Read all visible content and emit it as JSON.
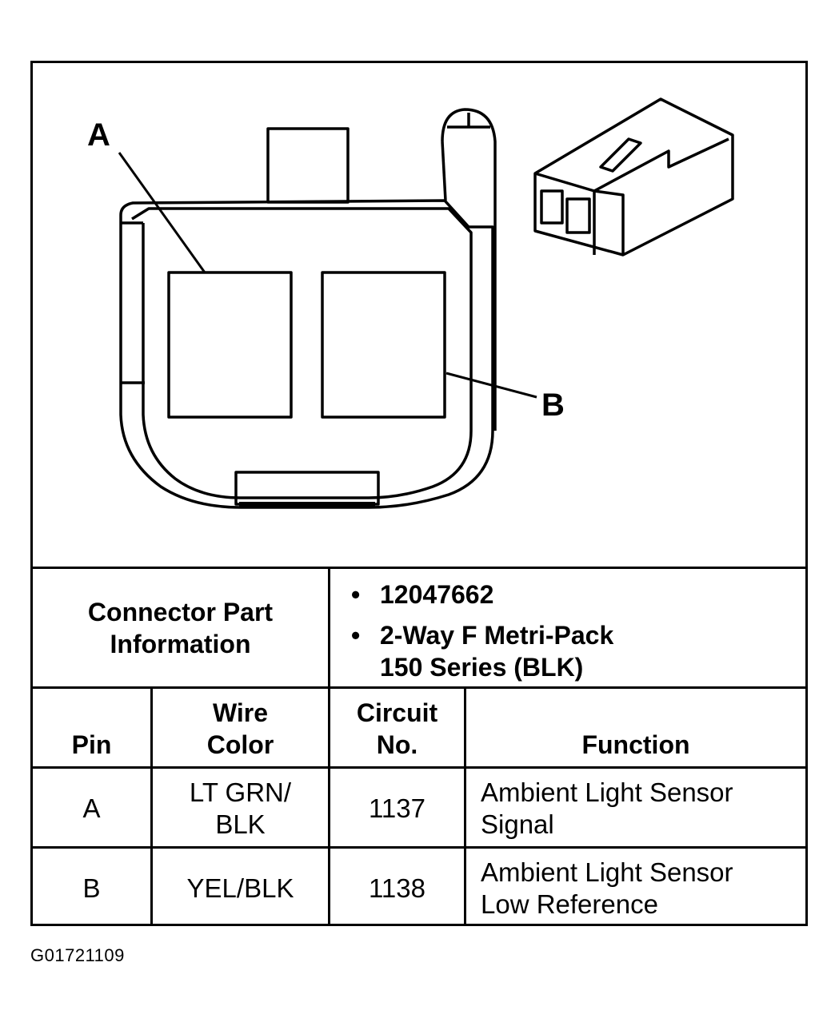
{
  "diagram": {
    "pin_a_label": "A",
    "pin_b_label": "B"
  },
  "connector_info": {
    "label_line1": "Connector Part",
    "label_line2": "Information",
    "bullet": "•",
    "part_number": "12047662",
    "description_line1": "2-Way F Metri-Pack",
    "description_line2": "150 Series (BLK)"
  },
  "pin_table": {
    "headers": {
      "pin": "Pin",
      "wire_color_line1": "Wire",
      "wire_color_line2": "Color",
      "circuit_line1": "Circuit",
      "circuit_line2": "No.",
      "function": "Function"
    },
    "rows": [
      {
        "pin": "A",
        "wire_line1": "LT GRN/",
        "wire_line2": "BLK",
        "circuit": "1137",
        "function_line1": "Ambient Light Sensor",
        "function_line2": "Signal"
      },
      {
        "pin": "B",
        "wire_line1": "YEL/BLK",
        "wire_line2": "",
        "circuit": "1138",
        "function_line1": "Ambient Light Sensor",
        "function_line2": "Low Reference"
      }
    ]
  },
  "figure_id": "G01721109"
}
